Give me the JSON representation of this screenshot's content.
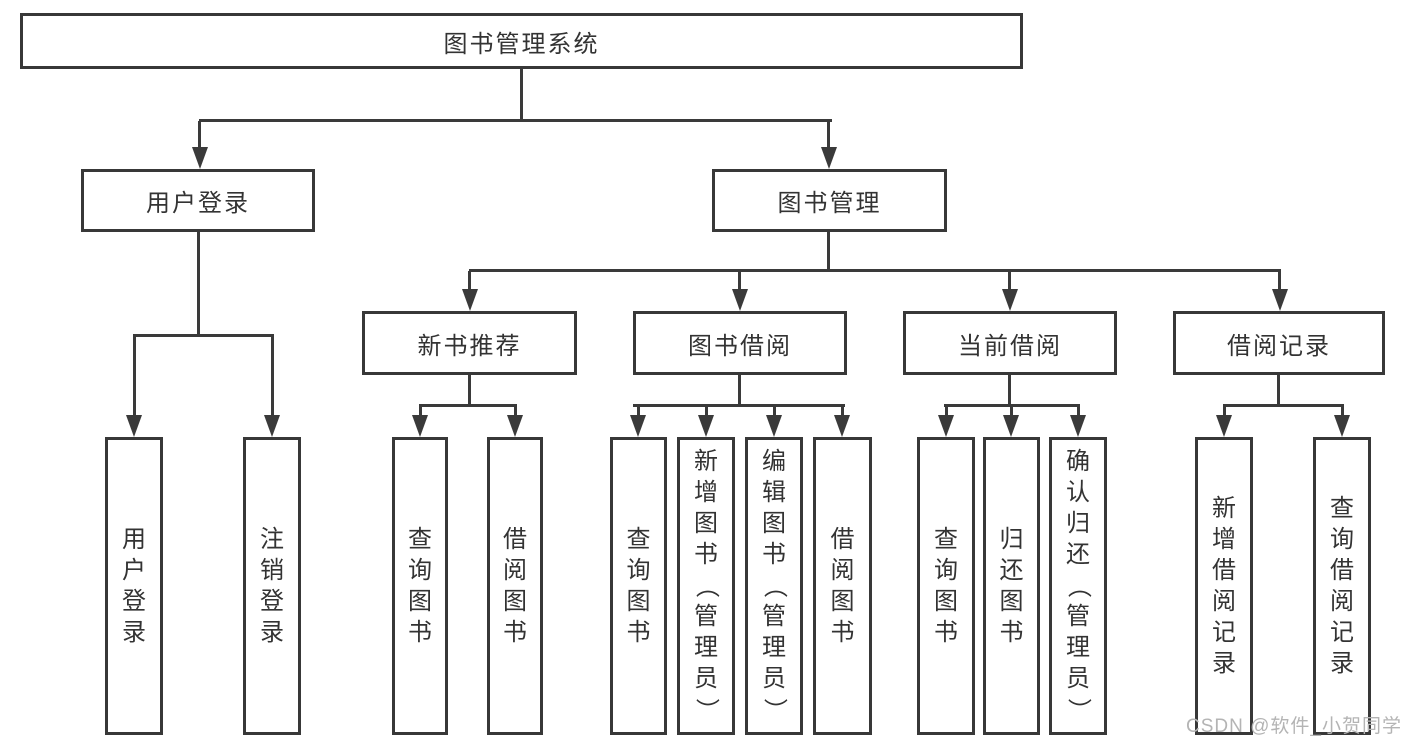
{
  "tree": {
    "root": "图书管理系统",
    "children": [
      {
        "label": "用户登录",
        "children": [
          "用户登录",
          "注销登录"
        ]
      },
      {
        "label": "图书管理",
        "children": [
          {
            "label": "新书推荐",
            "children": [
              "查询图书",
              "借阅图书"
            ]
          },
          {
            "label": "图书借阅",
            "children": [
              "查询图书",
              "新增图书（管理员）",
              "编辑图书（管理员）",
              "借阅图书"
            ]
          },
          {
            "label": "当前借阅",
            "children": [
              "查询图书",
              "归还图书",
              "确认归还（管理员）"
            ]
          },
          {
            "label": "借阅记录",
            "children": [
              "新增借阅记录",
              "查询借阅记录"
            ]
          }
        ]
      }
    ]
  },
  "colors": {
    "line": "#3a3a3a",
    "text": "#333333",
    "watermark": "#b4b4b4",
    "background": "#ffffff"
  },
  "watermark": "CSDN @软件_小贺同学"
}
